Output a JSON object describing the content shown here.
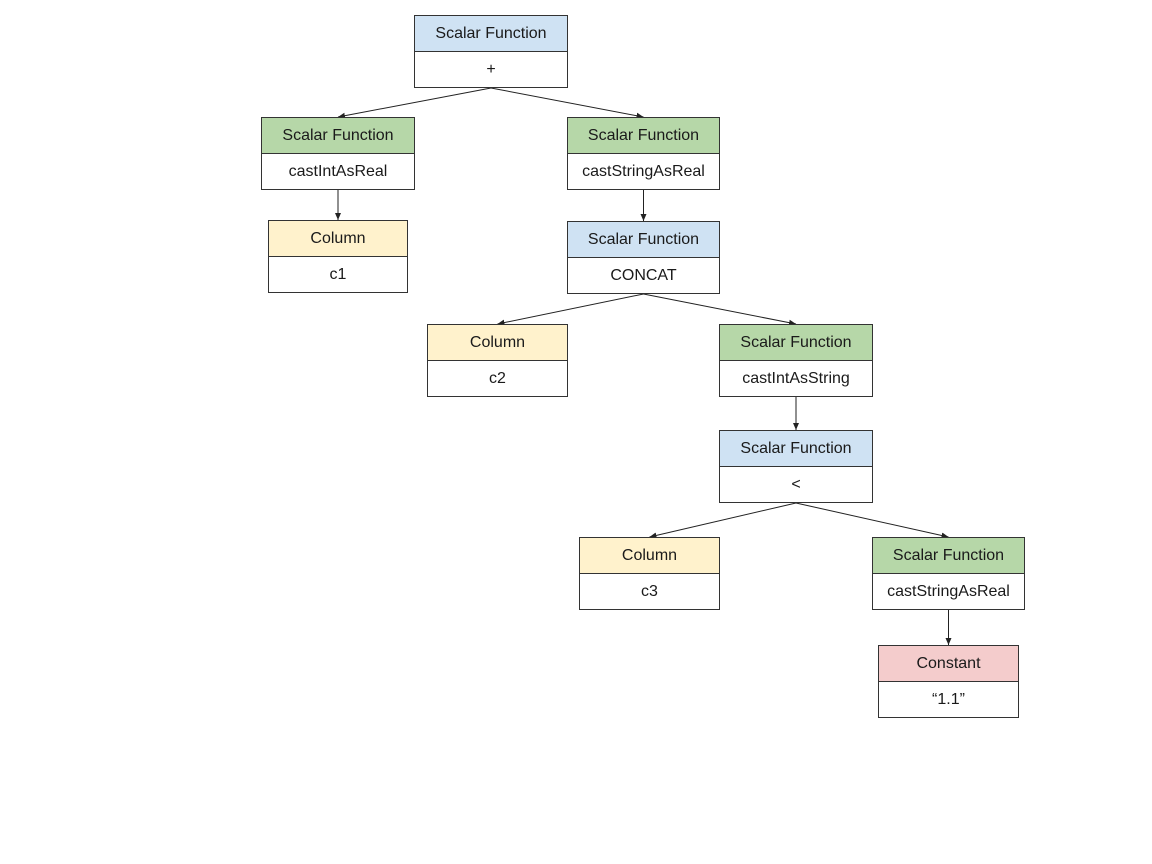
{
  "colors": {
    "blue": "#cfe2f3",
    "green": "#b6d7a8",
    "yellow": "#fff2cc",
    "red": "#f4cccc"
  },
  "nodes": {
    "plus": {
      "header": "Scalar Function",
      "value": "+",
      "color": "blue"
    },
    "cast1": {
      "header": "Scalar Function",
      "value": "castIntAsReal",
      "color": "green"
    },
    "col1": {
      "header": "Column",
      "value": "c1",
      "color": "yellow"
    },
    "cast2": {
      "header": "Scalar Function",
      "value": "castStringAsReal",
      "color": "green"
    },
    "concat": {
      "header": "Scalar Function",
      "value": "CONCAT",
      "color": "blue"
    },
    "col2": {
      "header": "Column",
      "value": "c2",
      "color": "yellow"
    },
    "cast3": {
      "header": "Scalar Function",
      "value": "castIntAsString",
      "color": "green"
    },
    "lt": {
      "header": "Scalar Function",
      "value": "<",
      "color": "blue"
    },
    "col3": {
      "header": "Column",
      "value": "c3",
      "color": "yellow"
    },
    "cast4": {
      "header": "Scalar Function",
      "value": "castStringAsReal",
      "color": "green"
    },
    "const": {
      "header": "Constant",
      "value": "“1.1”",
      "color": "red"
    }
  },
  "edges": [
    [
      "plus",
      "cast1"
    ],
    [
      "plus",
      "cast2"
    ],
    [
      "cast1",
      "col1"
    ],
    [
      "cast2",
      "concat"
    ],
    [
      "concat",
      "col2"
    ],
    [
      "concat",
      "cast3"
    ],
    [
      "cast3",
      "lt"
    ],
    [
      "lt",
      "col3"
    ],
    [
      "lt",
      "cast4"
    ],
    [
      "cast4",
      "const"
    ]
  ]
}
